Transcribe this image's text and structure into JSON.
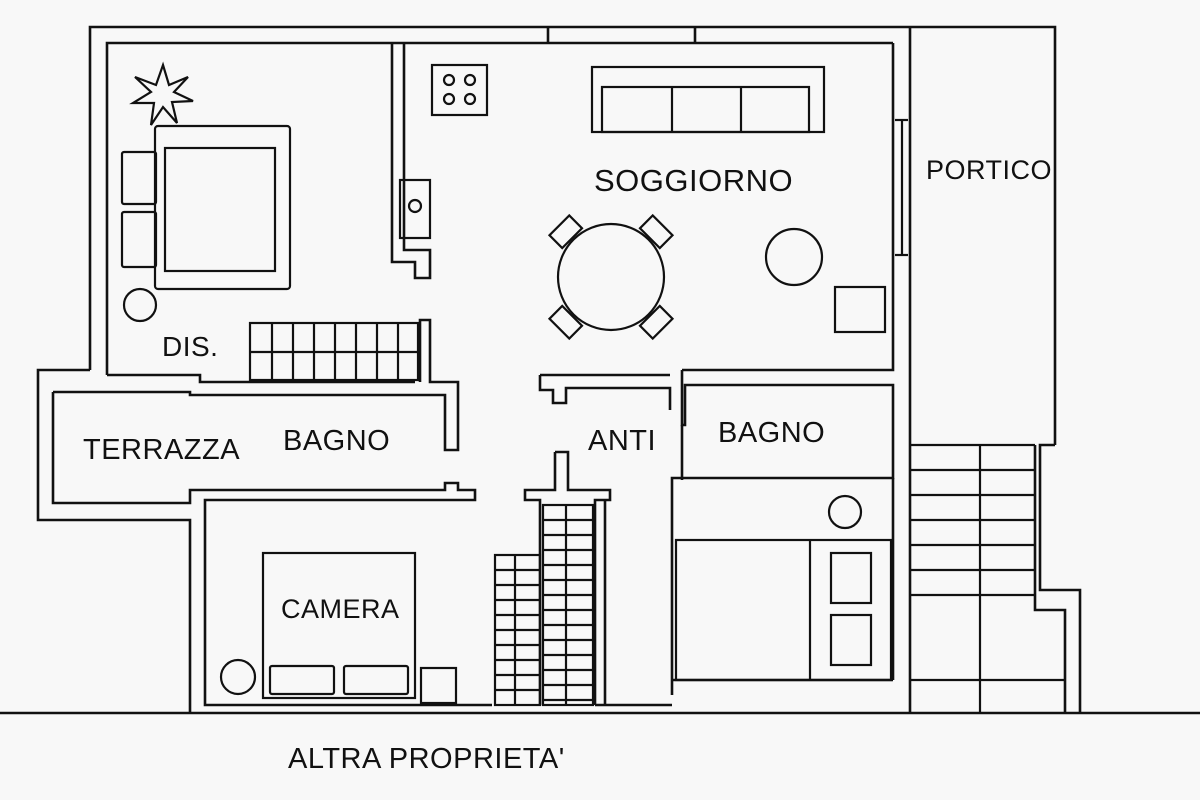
{
  "rooms": {
    "soggiorno": "SOGGIORNO",
    "portico": "PORTICO",
    "dis": "DIS.",
    "terrazza": "TERRAZZA",
    "bagno_left": "BAGNO",
    "anti": "ANTI",
    "bagno_right": "BAGNO",
    "camera": "CAMERA"
  },
  "footer_label": "ALTRA PROPRIETA'",
  "colors": {
    "line": "#111111",
    "background": "#f8f8f8"
  }
}
